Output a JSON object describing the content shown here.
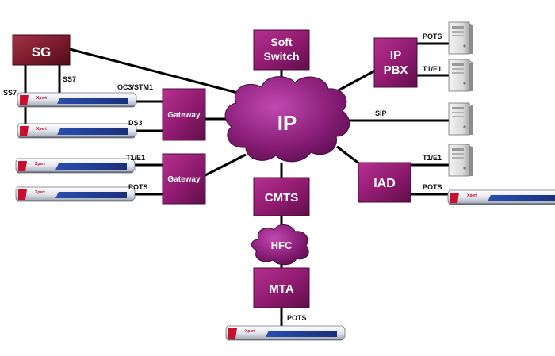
{
  "nodes": {
    "sg": "SG",
    "softswitch_line1": "Soft",
    "softswitch_line2": "Switch",
    "ip": "IP",
    "ip_pbx_line1": "IP",
    "ip_pbx_line2": "PBX",
    "gateway_top": "Gateway",
    "gateway_bottom": "Gateway",
    "cmts": "CMTS",
    "hfc": "HFC",
    "mta": "MTA",
    "iad": "IAD"
  },
  "links": {
    "ss7_right": "SS7",
    "ss7_left": "SS7",
    "oc3_stm1": "OC3/STM1",
    "ds3": "DS3",
    "t1e1_gateway": "T1/E1",
    "pots_gateway": "POTS",
    "pots_pbx": "POTS",
    "t1e1_pbx": "T1/E1",
    "sip": "SIP",
    "t1e1_iad": "T1/E1",
    "pots_iad": "POTS",
    "pots_mta": "POTS"
  },
  "device_brand": "Xpert",
  "colors": {
    "node": "#8e1a6e",
    "node_dark": "#5e0f49",
    "sg": "#7a1a2b",
    "sg_dark": "#4e0e1a",
    "cloud": "#8a1e78",
    "line": "#000000"
  }
}
